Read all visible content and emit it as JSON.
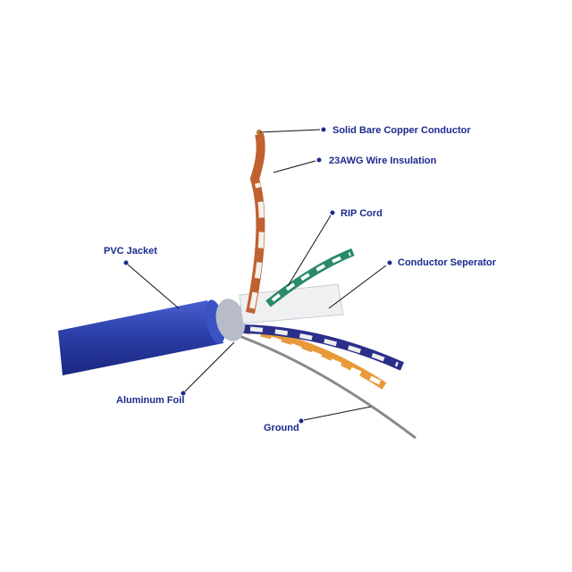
{
  "labels": {
    "copper": "Solid Bare Copper Conductor",
    "insulation": "23AWG Wire Insulation",
    "rip_cord": "RIP Cord",
    "separator": "Conductor Seperator",
    "jacket": "PVC Jacket",
    "foil": "Aluminum Foil",
    "ground": "Ground"
  },
  "colors": {
    "label": "#1b2a8f",
    "jacket": "#2c3fa8",
    "copper": "#c0612f",
    "green": "#2a8a6a",
    "orange": "#e89a3a"
  }
}
